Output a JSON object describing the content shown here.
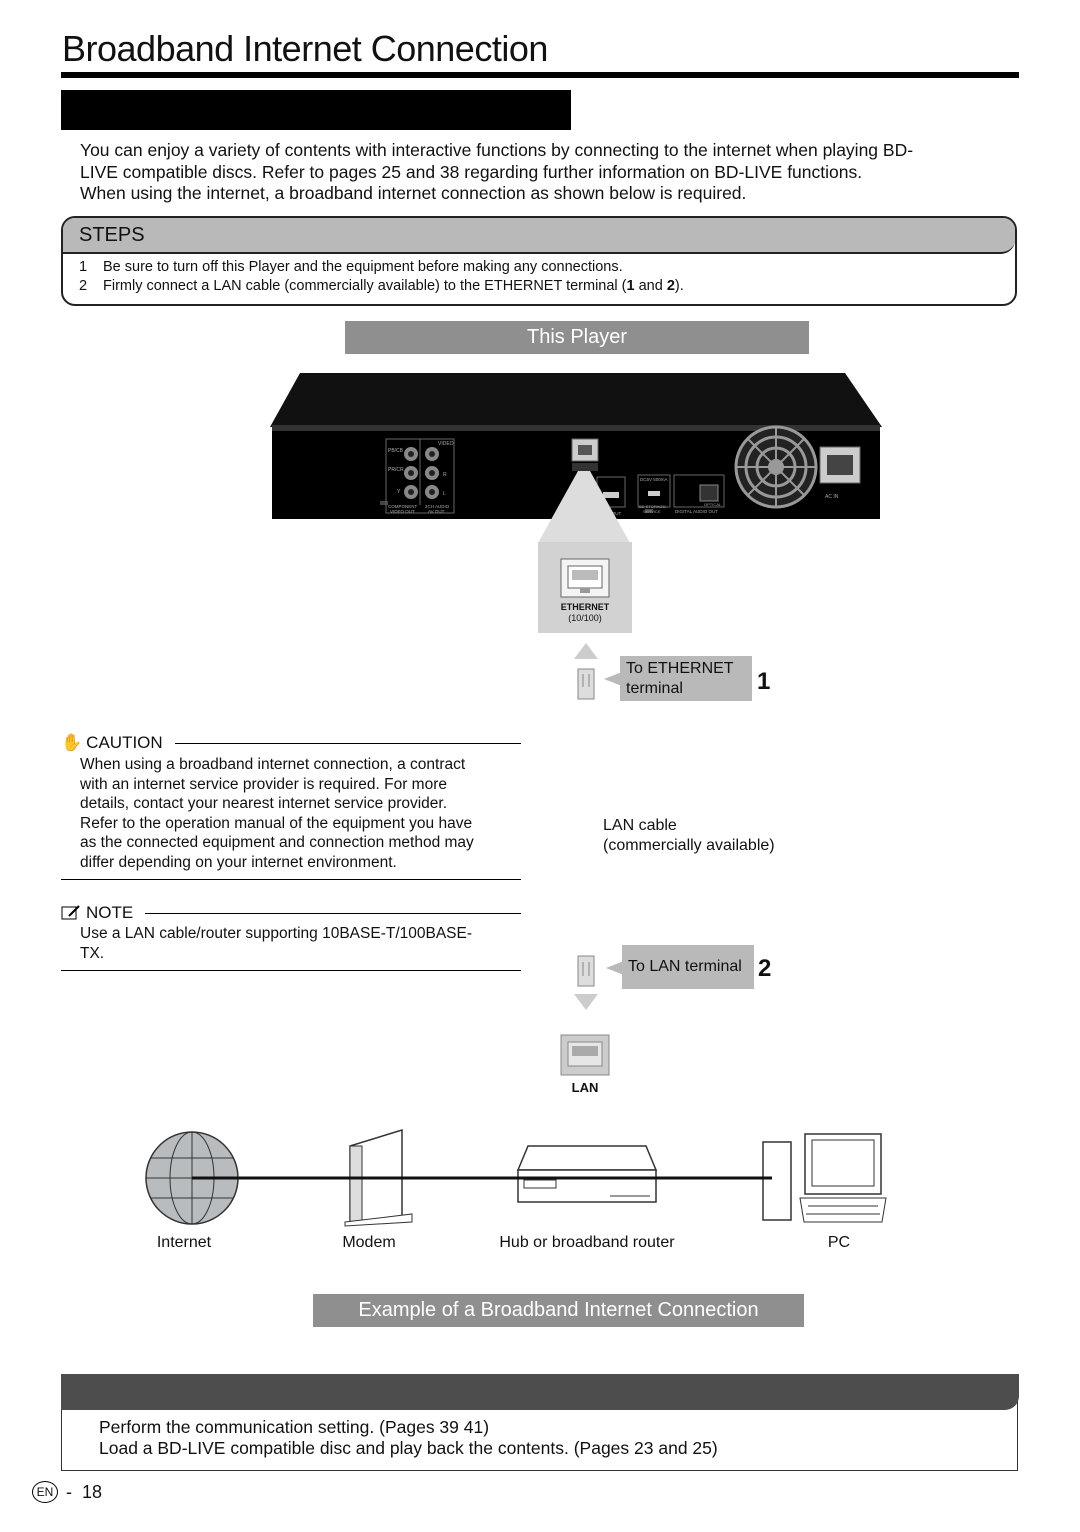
{
  "page": {
    "title": "Broadband Internet Connection",
    "intro": [
      "You can enjoy a variety of contents with interactive functions by connecting to the internet when playing BD-",
      "LIVE compatible discs. Refer to pages 25 and 38 regarding further information on BD-LIVE functions.",
      "When using the internet, a broadband internet connection as shown below is required."
    ]
  },
  "steps": {
    "label": "STEPS",
    "items": [
      {
        "num": "1",
        "text": "Be sure to turn off this Player and the equipment before making any connections."
      },
      {
        "num": "2",
        "pre": "Firmly connect a LAN cable (commercially available) to the ETHERNET terminal (",
        "b1": "1",
        "mid": " and ",
        "b2": "2",
        "post": ")."
      }
    ]
  },
  "diagram": {
    "player_label": "This Player",
    "panel_labels": {
      "pb": "PB/CB",
      "pr": "PR/CR",
      "y": "Y",
      "video": "VIDEO",
      "r": "R",
      "l": "L",
      "component": "COMPONENT",
      "video_out": "VIDEO OUT",
      "ch_audio": "2CH AUDIO",
      "av_out": "AV OUT",
      "hdmi_out": "HDMI OUT",
      "dc5v": "DC5V 500mA",
      "bd_storage": "BD STORAGE/",
      "service": "SERVICE",
      "optical": "OPTICAL",
      "digital_audio_out": "DIGITAL AUDIO OUT",
      "ac_in": "AC IN"
    },
    "ethernet_label": "ETHERNET",
    "ethernet_sub": "(10/100)",
    "callout1_line1": "To ETHERNET",
    "callout1_line2": "terminal",
    "callout1_num": "1",
    "lan_cable_line1": "LAN cable",
    "lan_cable_line2": "(commercially available)",
    "callout2_text": "To LAN terminal",
    "callout2_num": "2",
    "lan_label": "LAN",
    "devices": [
      "Internet",
      "Modem",
      "Hub or broadband router",
      "PC"
    ],
    "example_label": "Example of a Broadband Internet Connection"
  },
  "caution": {
    "title": "CAUTION",
    "lines": [
      "When using a broadband internet connection, a contract",
      "with an internet service provider is required. For more",
      "details, contact your nearest internet service provider.",
      "Refer to the operation manual of the equipment you have",
      "as the connected equipment and connection method may",
      "differ depending on your internet environment."
    ]
  },
  "note": {
    "title": "NOTE",
    "lines": [
      "Use a LAN cable/router supporting 10BASE-T/100BASE-",
      "TX."
    ]
  },
  "after": {
    "lines": [
      "Perform the communication setting. (Pages 39 41)",
      "Load a BD-LIVE compatible disc and play back the contents. (Pages 23 and 25)"
    ]
  },
  "footer": {
    "lang": "EN",
    "sep": "-",
    "page": "18"
  },
  "colors": {
    "label_gray": "#8f8f8f",
    "steps_gray": "#b9b9b9",
    "dark_bar": "#4d4d4d"
  }
}
